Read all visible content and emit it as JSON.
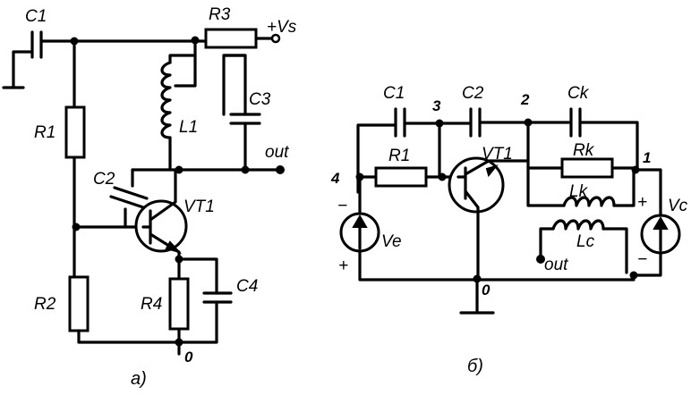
{
  "circuit_a": {
    "caption": "а)",
    "labels": {
      "c1": "C1",
      "r3": "R3",
      "vs": "+Vs",
      "l1": "L1",
      "c3": "C3",
      "out": "out",
      "r1": "R1",
      "c2": "C2",
      "vt1": "VT1",
      "r2": "R2",
      "r4": "R4",
      "c4": "C4",
      "ground": "0"
    }
  },
  "circuit_b": {
    "caption": "б)",
    "labels": {
      "c1": "C1",
      "c2": "C2",
      "ck": "Ck",
      "r1": "R1",
      "vt1": "VT1",
      "rk": "Rk",
      "lk": "Lk",
      "lc": "Lc",
      "out": "out",
      "ve": "Ve",
      "vc": "Vc",
      "ground": "0",
      "minus": "−",
      "plus": "+"
    },
    "nodes": {
      "n1": "1",
      "n2": "2",
      "n3": "3",
      "n4": "4"
    }
  }
}
